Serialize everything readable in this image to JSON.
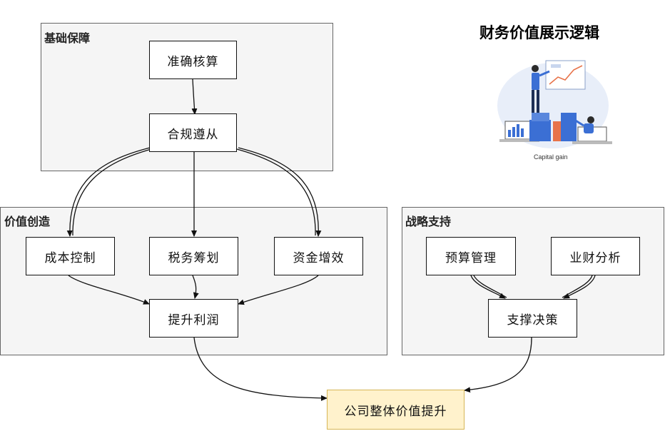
{
  "title": "财务价值展示逻辑",
  "illustration": {
    "caption": "Capital gain",
    "accent": "#3b6fd4",
    "chart_color": "#e8734a"
  },
  "groups": {
    "foundation": "基础保障",
    "value_creation": "价值创造",
    "strategy": "战略支持"
  },
  "nodes": {
    "accurate_accounting": "准确核算",
    "compliance": "合规遵从",
    "cost_control": "成本控制",
    "tax_planning": "税务筹划",
    "capital_efficiency": "资金增效",
    "profit_growth": "提升利润",
    "budget_management": "预算管理",
    "business_finance_analysis": "业财分析",
    "decision_support": "支撑决策",
    "overall_value": "公司整体价值提升"
  },
  "colors": {
    "group_fill": "#f5f5f5",
    "group_border": "#666666",
    "final_fill": "#fff2cc",
    "final_border": "#d6b656"
  }
}
